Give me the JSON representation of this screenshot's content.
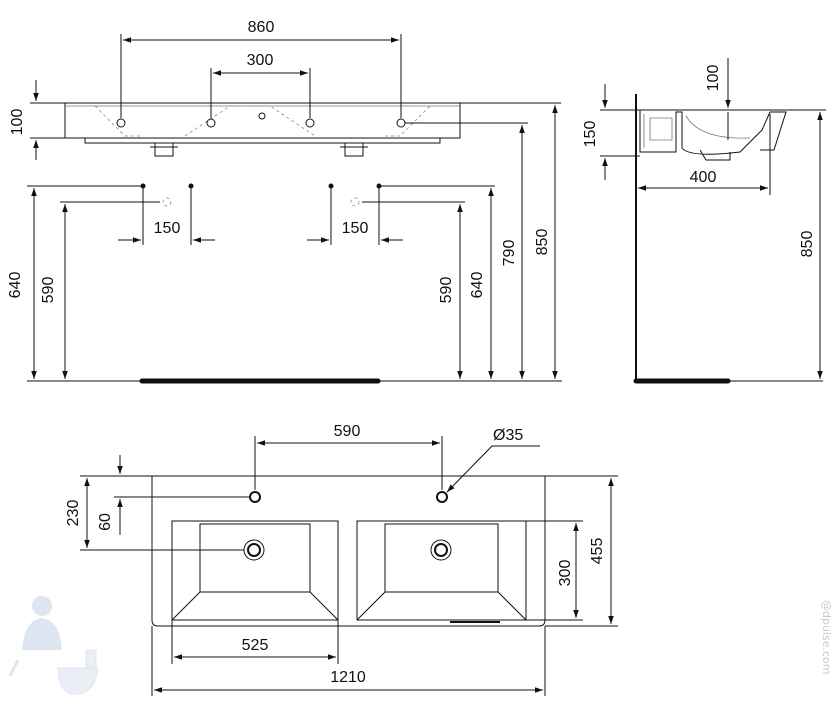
{
  "front_view": {
    "dims": {
      "top_width": "860",
      "center_spacing": "300",
      "thickness": "100",
      "left_outer_height": "640",
      "left_inner_height": "590",
      "left_spacing": "150",
      "right_spacing": "150",
      "right_inner_height": "590",
      "right_outer_height": "640",
      "overflow_height": "790",
      "total_height": "850"
    }
  },
  "side_view": {
    "dims": {
      "top_offset": "100",
      "rim_height": "150",
      "depth": "400",
      "total_height": "850"
    }
  },
  "top_view": {
    "dims": {
      "tap_spacing": "590",
      "hole_diameter": "Ø35",
      "back_to_drain": "230",
      "back_to_tap": "60",
      "bowl_width": "525",
      "overall_width": "1210",
      "bowl_depth": "300",
      "overall_depth": "455"
    }
  },
  "watermark": {
    "text": "@dpulse.com"
  }
}
